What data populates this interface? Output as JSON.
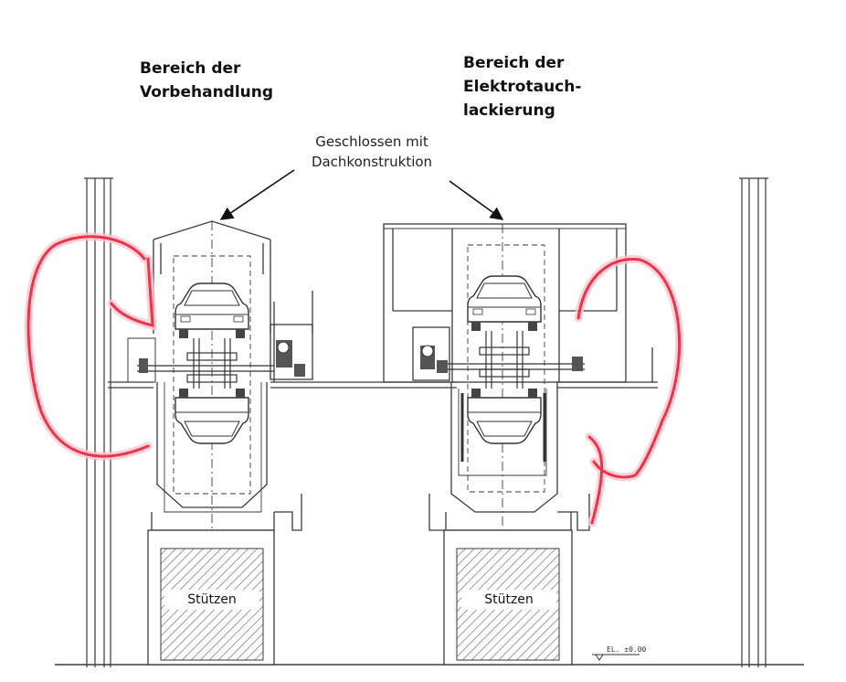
{
  "headings": {
    "pretreatment": [
      "Bereich der",
      "Vorbehandlung"
    ],
    "electrocoat": [
      "Bereich der",
      "Elektrotauch-",
      "lackierung"
    ]
  },
  "annotation": [
    "Geschlossen mit",
    "Dachkonstruktion"
  ],
  "supports": {
    "left": "Stützen",
    "right": "Stützen"
  },
  "elevation": "EL. ±0.00",
  "colors": {
    "linework": "#3a3a3a",
    "hatch": "#9a9a9a",
    "airflow_marker": "#e8344e",
    "airflow_glow": "#ffc4cc"
  }
}
